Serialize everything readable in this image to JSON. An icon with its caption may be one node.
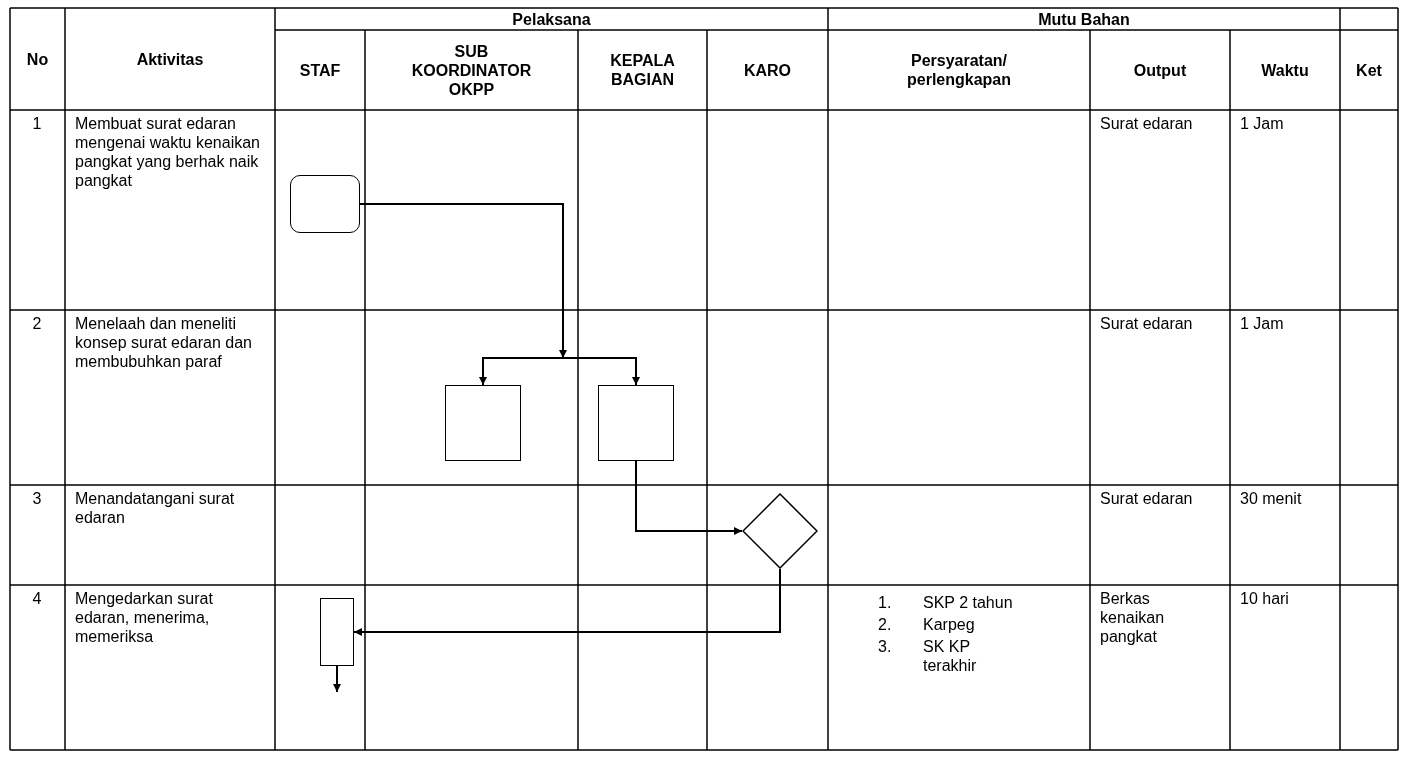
{
  "diagram": {
    "nodes": [
      {
        "text": [],
        "shape": "box"
      },
      {
        "text": [],
        "shape": "box"
      },
      {
        "text": [],
        "shape": "box"
      },
      {
        "text": [],
        "shape": "diamond"
      },
      {
        "text": [],
        "shape": "box"
      }
    ],
    "edges": [
      {
        "from": 0,
        "to": 1,
        "arrow": "to"
      },
      {
        "from": 0,
        "to": 2,
        "arrow": "to"
      },
      {
        "from": 2,
        "to": 3,
        "arrow": "to"
      },
      {
        "from": 3,
        "to": 4,
        "arrow": "to"
      },
      {
        "from": 4,
        "to": null,
        "arrow": "to"
      }
    ],
    "labels": [
      "No",
      "Aktivitas",
      "Pelaksana",
      "Mutu Bahan",
      "STAF",
      "SUB KOORDINATOR OKPP",
      "KEPALA BAGIAN",
      "KARO",
      "Persyaratan/ perlengkapan",
      "Output",
      "Waktu",
      "Ket",
      "1",
      "Membuat surat edaran mengenai waktu kenaikan pangkat yang berhak naik pangkat",
      "Surat edaran",
      "1 Jam",
      "2",
      "Menelaah dan meneliti konsep surat edaran dan membubuhkan paraf",
      "Surat edaran",
      "1 Jam",
      "3",
      "Menandatangani surat edaran",
      "Surat edaran",
      "30 menit",
      "4",
      "Mengedarkan surat edaran, menerima, memeriksa",
      "1.",
      "SKP 2 tahun",
      "2.",
      "Karpeg",
      "3.",
      "SK KP terakhir",
      "Berkas kenaikan pangkat",
      "10 hari"
    ]
  }
}
